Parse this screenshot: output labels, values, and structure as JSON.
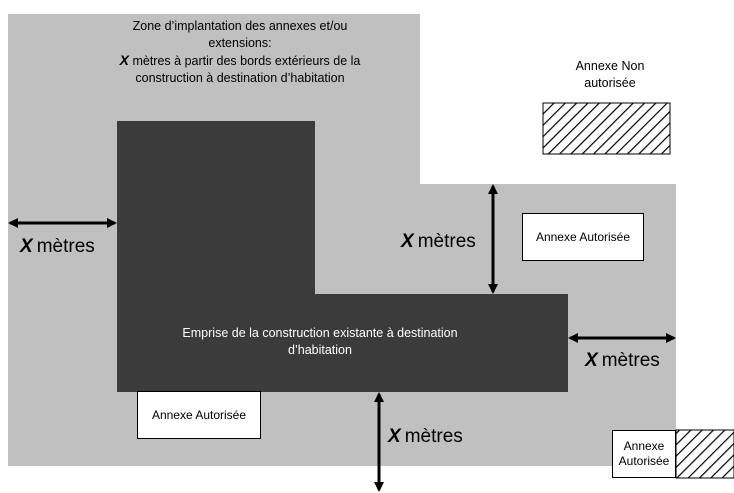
{
  "zone": {
    "line1": "Zone d’implantation des annexes et/ou",
    "line2": "extensions:",
    "line3_var": "X",
    "line3_rest": "mètres à partir des bords extérieurs de la",
    "line4": "construction à destination d’habitation"
  },
  "emprise": {
    "line1": "Emprise de la construction existante à destination",
    "line2": "d’habitation"
  },
  "distance": {
    "var": "X",
    "unit": "mètres"
  },
  "annexes": {
    "non_autorisee": {
      "line1": "Annexe Non",
      "line2": "autorisée"
    },
    "autorisee_label": "Annexe Autorisée",
    "autorisee_split": {
      "line1": "Annexe",
      "line2": "Autorisée"
    }
  },
  "colors": {
    "zone": "#c0c0c0",
    "building": "#3b3b3b",
    "hatch": "#000000",
    "background": "#ffffff"
  }
}
